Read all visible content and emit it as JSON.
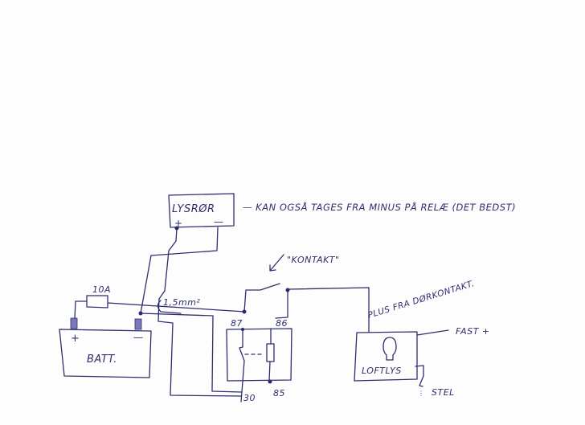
{
  "diagram": {
    "type": "hand-drawn wiring diagram",
    "ink_color": "#2e2e6e",
    "background": "#fdfdfd",
    "components": {
      "lysror": {
        "label": "LYSRØR",
        "plus": "+",
        "minus": "—"
      },
      "note": "— KAN OGSÅ TAGES FRA MINUS PÅ RELÆ (DET BEDST)",
      "fuse": {
        "label": "10A"
      },
      "wire": {
        "label": "1,5mm²"
      },
      "battery": {
        "label": "BATT.",
        "plus": "+",
        "minus": "—"
      },
      "contact": {
        "label": "\"KONTAKT\""
      },
      "relay": {
        "pins": {
          "p87": "87",
          "p86": "86",
          "p30": "30",
          "p85": "85"
        }
      },
      "door": {
        "label": "PLUS FRA DØRKONTAKT."
      },
      "loftlys": {
        "label": "LOFTLYS",
        "fast": "FAST +",
        "stel": "STEL"
      }
    }
  }
}
